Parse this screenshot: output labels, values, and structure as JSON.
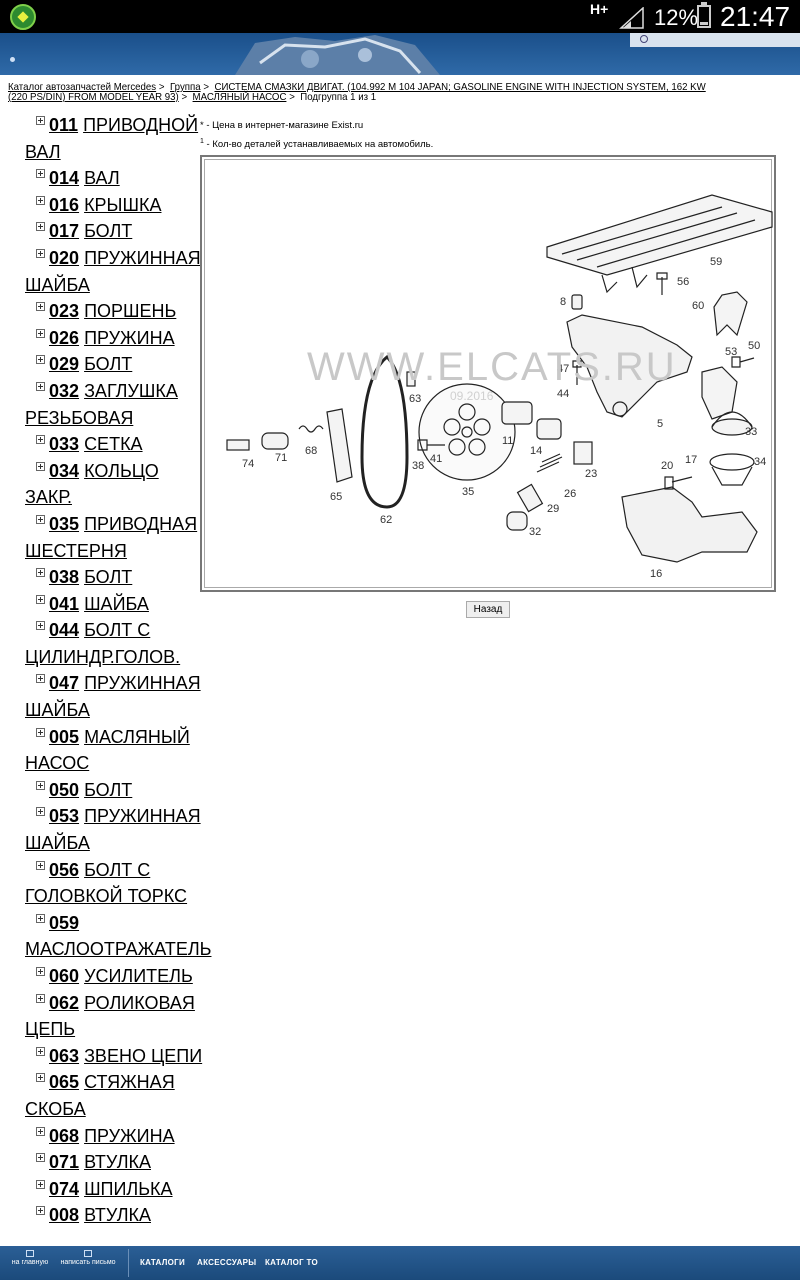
{
  "status_bar": {
    "network": "H+",
    "battery_percent": "12%",
    "time": "21:47",
    "icons": [
      "app-icon",
      "signal-icon",
      "battery-icon"
    ]
  },
  "breadcrumb": {
    "items": [
      {
        "label": "Каталог автозапчастей Mercedes"
      },
      {
        "label": "Группа"
      },
      {
        "label": "СИСТЕМА СМАЗКИ ДВИГАТ. (104.992 M 104 JAPAN; GASOLINE ENGINE WITH INJECTION SYSTEM, 162 KW (220 PS/DIN) FROM MODEL YEAR 93)"
      },
      {
        "label": "МАСЛЯНЫЙ НАСОС"
      }
    ],
    "separator": ">",
    "current": "Подгруппа 1 из 1"
  },
  "parts": [
    {
      "code": "011",
      "name": "ПРИВОДНОЙ ВАЛ"
    },
    {
      "code": "014",
      "name": "ВАЛ"
    },
    {
      "code": "016",
      "name": "КРЫШКА"
    },
    {
      "code": "017",
      "name": "БОЛТ"
    },
    {
      "code": "020",
      "name": "ПРУЖИННАЯ ШАЙБА"
    },
    {
      "code": "023",
      "name": "ПОРШЕНЬ"
    },
    {
      "code": "026",
      "name": "ПРУЖИНА"
    },
    {
      "code": "029",
      "name": "БОЛТ"
    },
    {
      "code": "032",
      "name": "ЗАГЛУШКА РЕЗЬБОВАЯ"
    },
    {
      "code": "033",
      "name": "СЕТКА"
    },
    {
      "code": "034",
      "name": "КОЛЬЦО ЗАКР."
    },
    {
      "code": "035",
      "name": "ПРИВОДНАЯ ШЕСТЕРНЯ"
    },
    {
      "code": "038",
      "name": "БОЛТ"
    },
    {
      "code": "041",
      "name": "ШАЙБА"
    },
    {
      "code": "044",
      "name": "БОЛТ С ЦИЛИНДР.ГОЛОВ."
    },
    {
      "code": "047",
      "name": "ПРУЖИННАЯ ШАЙБА"
    },
    {
      "code": "005",
      "name": "МАСЛЯНЫЙ НАСОС"
    },
    {
      "code": "050",
      "name": "БОЛТ"
    },
    {
      "code": "053",
      "name": "ПРУЖИННАЯ ШАЙБА"
    },
    {
      "code": "056",
      "name": "БОЛТ С ГОЛОВКОЙ ТОРКС"
    },
    {
      "code": "059",
      "name": "МАСЛООТРАЖАТЕЛЬ"
    },
    {
      "code": "060",
      "name": "УСИЛИТЕЛЬ"
    },
    {
      "code": "062",
      "name": "РОЛИКОВАЯ ЦЕПЬ"
    },
    {
      "code": "063",
      "name": "ЗВЕНО ЦЕПИ"
    },
    {
      "code": "065",
      "name": "СТЯЖНАЯ СКОБА"
    },
    {
      "code": "068",
      "name": "ПРУЖИНА"
    },
    {
      "code": "071",
      "name": "ВТУЛКА"
    },
    {
      "code": "074",
      "name": "ШПИЛЬКА"
    },
    {
      "code": "008",
      "name": "ВТУЛКА"
    }
  ],
  "notes": {
    "price_note": "* - Цена в интернет-магазине Exist.ru",
    "qty_mark": "1",
    "qty_note": " - Кол-во деталей устанавливаемых на автомобиль."
  },
  "diagram": {
    "watermark": "WWW.ELCATS.RU",
    "watermark_date": "09.2016",
    "callouts": [
      "59",
      "56",
      "60",
      "8",
      "53",
      "50",
      "47",
      "44",
      "5",
      "63",
      "11",
      "14",
      "33",
      "17",
      "20",
      "34",
      "74",
      "71",
      "68",
      "41",
      "38",
      "35",
      "23",
      "29",
      "26",
      "32",
      "65",
      "62",
      "16"
    ]
  },
  "back_button": "Назад",
  "bottom_bar": {
    "home": "на главную",
    "write": "написать письмо",
    "links": [
      "КАТАЛОГИ",
      "АКСЕССУАРЫ",
      "КАТАЛОГ ТО"
    ]
  }
}
